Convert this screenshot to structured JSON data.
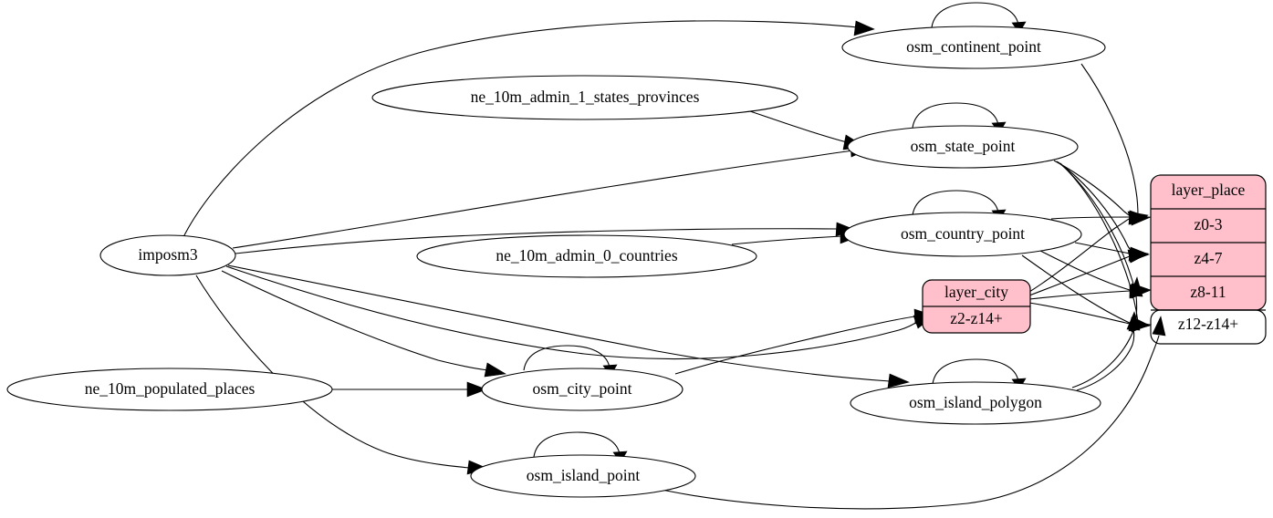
{
  "diagram": {
    "title": "imposm3 place layer dependency graph",
    "type": "directed-graph",
    "background_color": "#ffffff",
    "edge_color": "#000000",
    "node_fill": "#ffffff",
    "record_fill": "#ffc0cb",
    "nodes": [
      {
        "id": "imposm3",
        "label": "imposm3",
        "shape": "ellipse"
      },
      {
        "id": "ne_10m_admin_1_states_provinces",
        "label": "ne_10m_admin_1_states_provinces",
        "shape": "ellipse"
      },
      {
        "id": "ne_10m_admin_0_countries",
        "label": "ne_10m_admin_0_countries",
        "shape": "ellipse"
      },
      {
        "id": "ne_10m_populated_places",
        "label": "ne_10m_populated_places",
        "shape": "ellipse"
      },
      {
        "id": "osm_continent_point",
        "label": "osm_continent_point",
        "shape": "ellipse"
      },
      {
        "id": "osm_state_point",
        "label": "osm_state_point",
        "shape": "ellipse"
      },
      {
        "id": "osm_country_point",
        "label": "osm_country_point",
        "shape": "ellipse"
      },
      {
        "id": "osm_city_point",
        "label": "osm_city_point",
        "shape": "ellipse"
      },
      {
        "id": "osm_island_point",
        "label": "osm_island_point",
        "shape": "ellipse"
      },
      {
        "id": "osm_island_polygon",
        "label": "osm_island_polygon",
        "shape": "ellipse"
      }
    ],
    "record_nodes": [
      {
        "id": "layer_place",
        "header": "layer_place",
        "rows": [
          "z0-3",
          "z4-7",
          "z8-11",
          "z12-z14+"
        ],
        "fill": "#ffc0cb"
      },
      {
        "id": "layer_city",
        "header": "layer_city",
        "rows": [
          "z2-z14+"
        ],
        "fill": "#ffc0cb"
      }
    ],
    "self_loops": [
      "osm_continent_point",
      "osm_state_point",
      "osm_country_point",
      "osm_city_point",
      "osm_island_point",
      "osm_island_polygon"
    ],
    "edges": [
      {
        "from": "imposm3",
        "to": "osm_continent_point"
      },
      {
        "from": "imposm3",
        "to": "osm_state_point"
      },
      {
        "from": "imposm3",
        "to": "osm_country_point"
      },
      {
        "from": "imposm3",
        "to": "osm_city_point"
      },
      {
        "from": "imposm3",
        "to": "osm_island_point"
      },
      {
        "from": "imposm3",
        "to": "osm_island_polygon"
      },
      {
        "from": "imposm3",
        "to": "layer_city"
      },
      {
        "from": "ne_10m_admin_1_states_provinces",
        "to": "osm_state_point"
      },
      {
        "from": "ne_10m_admin_0_countries",
        "to": "osm_country_point"
      },
      {
        "from": "ne_10m_populated_places",
        "to": "osm_city_point"
      },
      {
        "from": "osm_continent_point",
        "to": "layer_place"
      },
      {
        "from": "osm_state_point",
        "to": "layer_place"
      },
      {
        "from": "osm_country_point",
        "to": "layer_place"
      },
      {
        "from": "osm_city_point",
        "to": "layer_city"
      },
      {
        "from": "osm_island_point",
        "to": "layer_place"
      },
      {
        "from": "osm_island_polygon",
        "to": "layer_place"
      },
      {
        "from": "layer_city",
        "to": "layer_place"
      }
    ]
  },
  "labels": {
    "imposm3": "imposm3",
    "ne_admin1": "ne_10m_admin_1_states_provinces",
    "ne_admin0": "ne_10m_admin_0_countries",
    "ne_places": "ne_10m_populated_places",
    "continent": "osm_continent_point",
    "state": "osm_state_point",
    "country": "osm_country_point",
    "city": "osm_city_point",
    "island_point": "osm_island_point",
    "island_polygon": "osm_island_polygon",
    "layer_place_header": "layer_place",
    "layer_place_z0": "z0-3",
    "layer_place_z4": "z4-7",
    "layer_place_z8": "z8-11",
    "layer_place_z12": "z12-z14+",
    "layer_city_header": "layer_city",
    "layer_city_z2": "z2-z14+"
  }
}
